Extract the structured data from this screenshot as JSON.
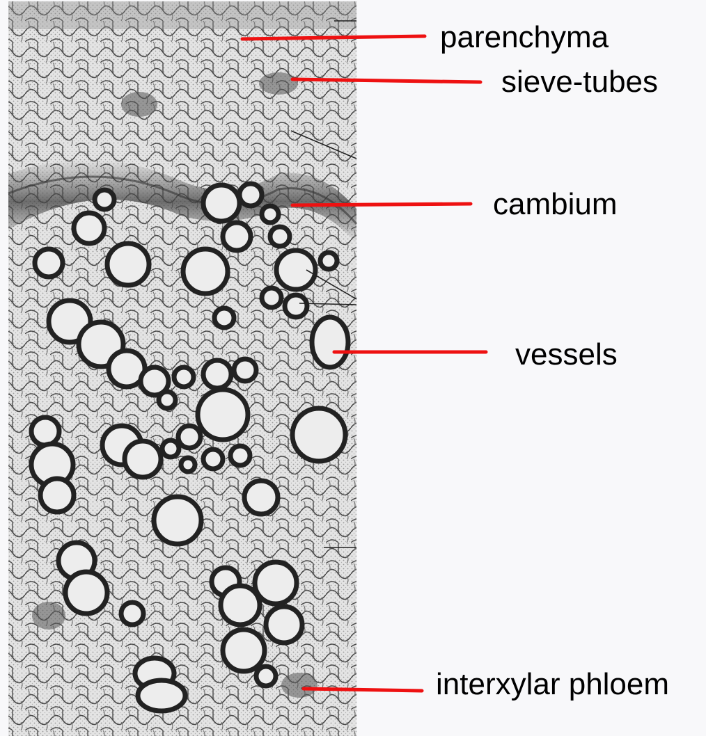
{
  "labels": {
    "parenchyma": "parenchyma",
    "sieve_tubes": "sieve-tubes",
    "cambium": "cambium",
    "vessels": "vessels",
    "interxylar_phloem": "interxylar phloem"
  },
  "colors": {
    "pointer": "#ee1111",
    "background": "#f8f8fa",
    "tissue_fill": "#e6e6e6",
    "cell_wall": "#3a3a3a",
    "vessel_wall": "#222222"
  }
}
